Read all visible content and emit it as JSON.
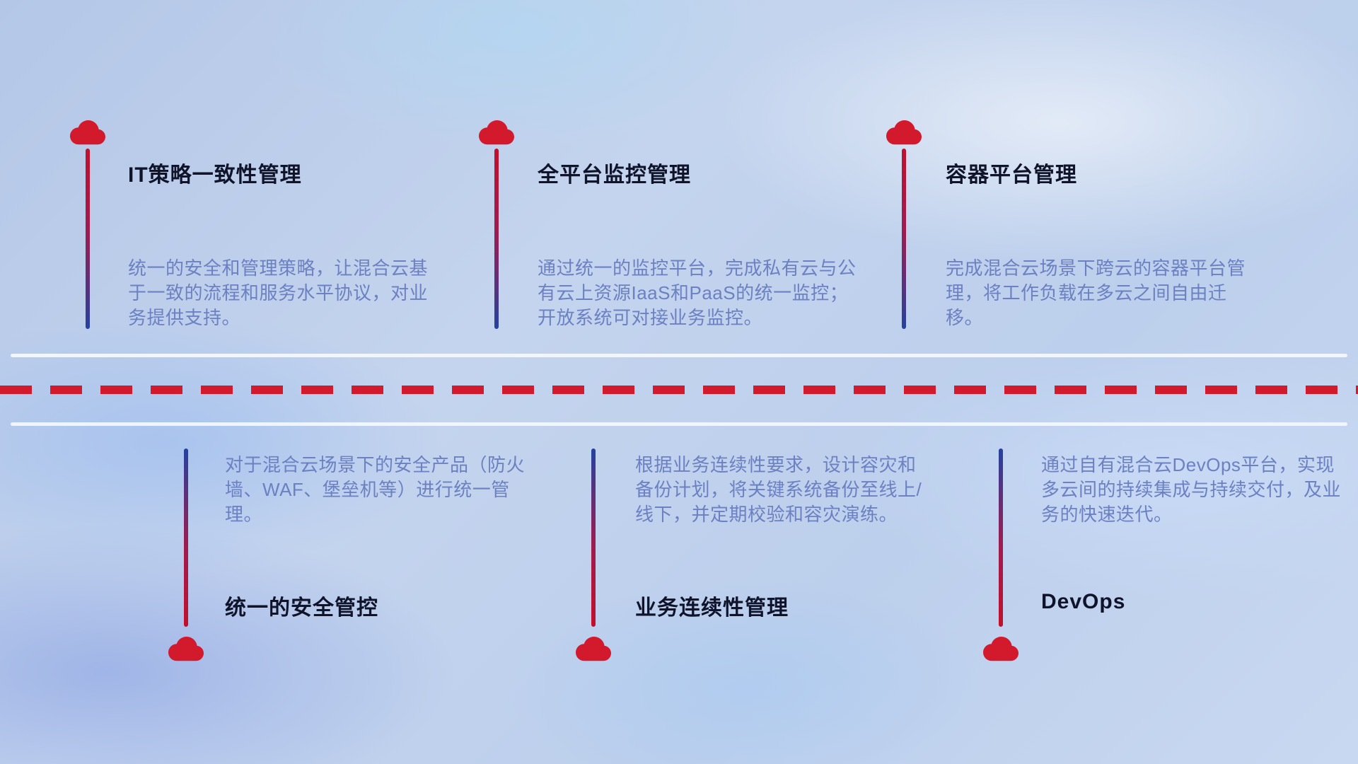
{
  "colors": {
    "accent_red": "#d3192c",
    "accent_blue": "#24429f",
    "title_text": "#10142b",
    "desc_text": "#6c80c2",
    "rail_light": "#f5f8fd"
  },
  "top_items": [
    {
      "title": "IT策略一致性管理",
      "desc": "统一的安全和管理策略，让混合云基于一致的流程和服务水平协议，对业务提供支持。"
    },
    {
      "title": "全平台监控管理",
      "desc": "通过统一的监控平台，完成私有云与公有云上资源IaaS和PaaS的统一监控；开放系统可对接业务监控。"
    },
    {
      "title": "容器平台管理",
      "desc": "完成混合云场景下跨云的容器平台管理，将工作负载在多云之间自由迁移。"
    }
  ],
  "bottom_items": [
    {
      "title": "统一的安全管控",
      "desc": "对于混合云场景下的安全产品（防火墙、WAF、堡垒机等）进行统一管理。"
    },
    {
      "title": "业务连续性管理",
      "desc": "根据业务连续性要求，设计容灾和备份计划，将关键系统备份至线上/线下，并定期校验和容灾演练。"
    },
    {
      "title": "DevOps",
      "desc": "通过自有混合云DevOps平台，实现多云间的持续集成与持续交付，及业务的快速迭代。"
    }
  ]
}
